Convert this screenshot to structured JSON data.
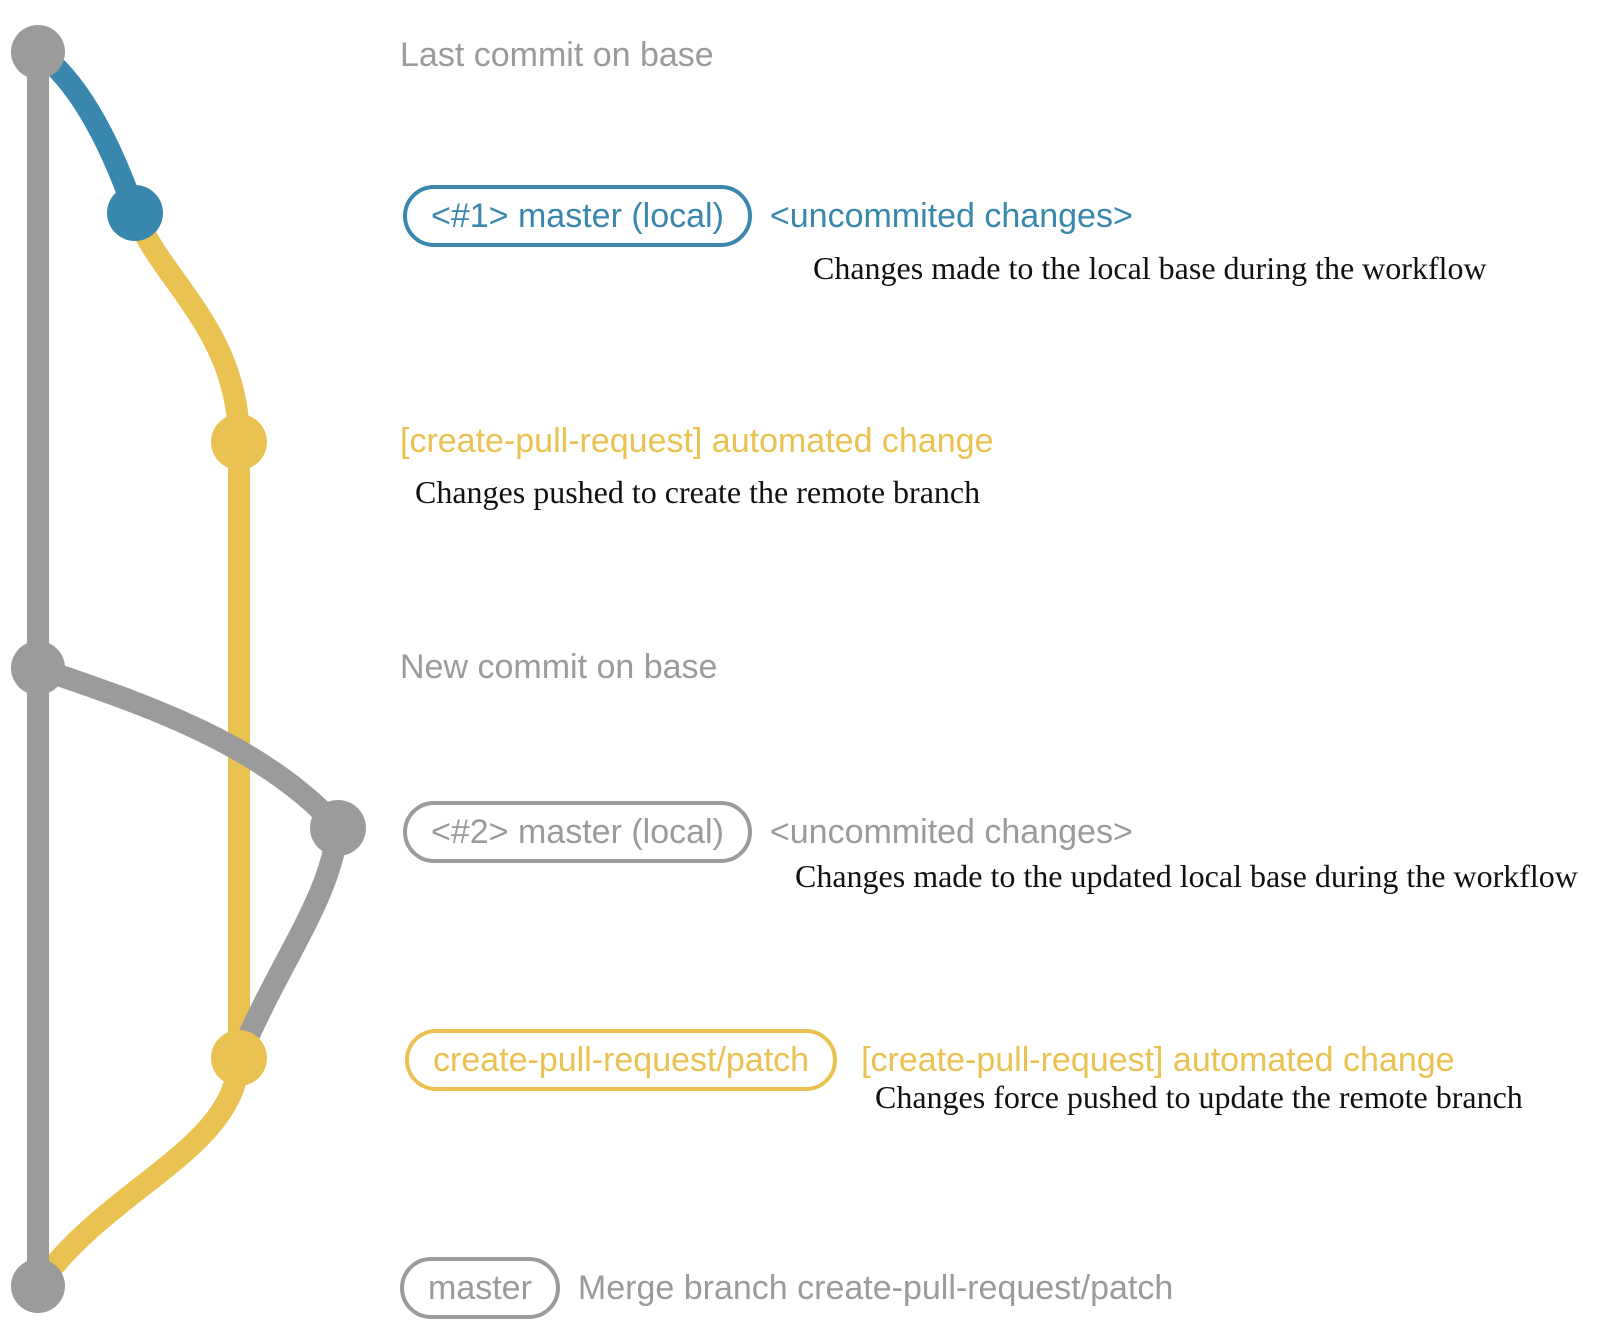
{
  "colors": {
    "gray": "#9b9b9b",
    "blue": "#3a87ad",
    "yellow": "#eac251",
    "caption": "#111111"
  },
  "rows": {
    "last_commit": {
      "label": "Last commit on base"
    },
    "commit1": {
      "pill": "<#1> master (local)",
      "note": "<uncommited changes>",
      "caption": "Changes made to the local base during the workflow"
    },
    "auto_change1": {
      "label": "[create-pull-request] automated change",
      "caption": "Changes pushed to create the remote branch"
    },
    "new_commit": {
      "label": "New commit on base"
    },
    "commit2": {
      "pill": "<#2> master (local)",
      "note": "<uncommited changes>",
      "caption": "Changes made to the updated local base during the workflow"
    },
    "auto_change2": {
      "pill": "create-pull-request/patch",
      "note": "[create-pull-request] automated change",
      "caption": "Changes force pushed to update the remote branch"
    },
    "merge": {
      "pill": "master",
      "note": "Merge branch create-pull-request/patch"
    }
  }
}
